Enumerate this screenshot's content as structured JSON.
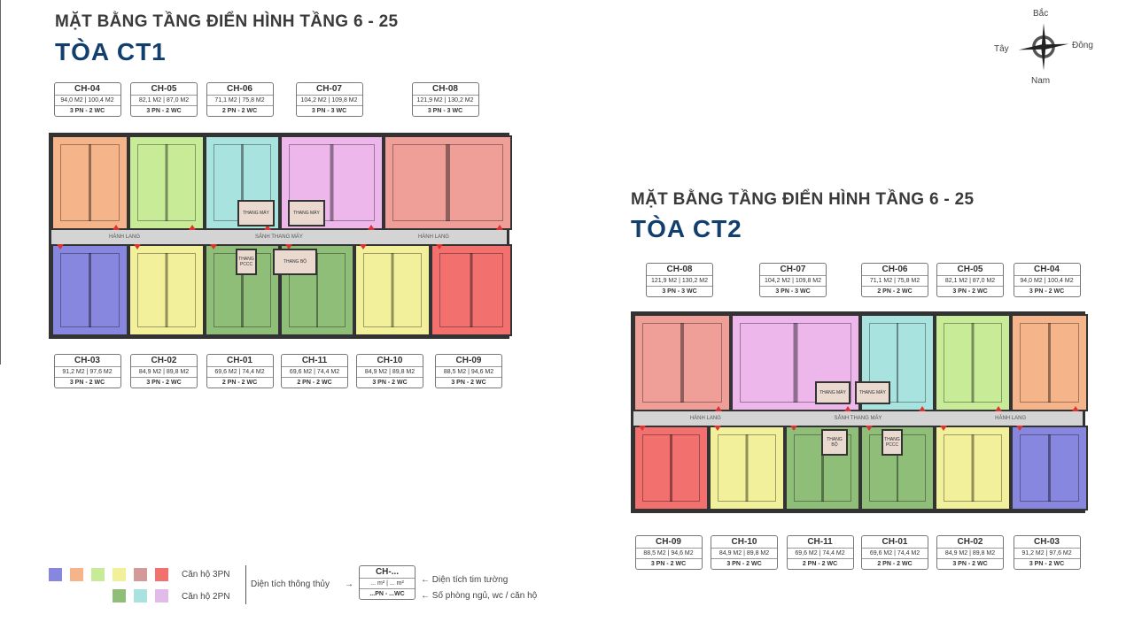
{
  "ct1": {
    "heading": "MẶT BẰNG TẦNG ĐIỂN HÌNH TẦNG 6 - 25",
    "building": "TÒA CT1",
    "top": [
      {
        "code": "CH-04",
        "area": "94,0 M2 | 100,4 M2",
        "rooms": "3 PN - 2 WC",
        "color": "#f6b48a"
      },
      {
        "code": "CH-05",
        "area": "82,1 M2 | 87,0 M2",
        "rooms": "3 PN - 2 WC",
        "color": "#c8eb98"
      },
      {
        "code": "CH-06",
        "area": "71,1 M2 | 75,8 M2",
        "rooms": "2 PN - 2 WC",
        "color": "#a9e3df"
      },
      {
        "code": "CH-07",
        "area": "104,2 M2 | 109,8 M2",
        "rooms": "3 PN - 3 WC",
        "color": "#edb7ec"
      },
      {
        "code": "CH-08",
        "area": "121,9 M2 | 130,2 M2",
        "rooms": "3 PN - 3 WC",
        "color": "#ef9e98"
      }
    ],
    "bottom": [
      {
        "code": "CH-03",
        "area": "91,2 M2 | 97,6 M2",
        "rooms": "3 PN - 2 WC",
        "color": "#8787e0"
      },
      {
        "code": "CH-02",
        "area": "84,9 M2 | 89,8 M2",
        "rooms": "3 PN - 2 WC",
        "color": "#f2f09a"
      },
      {
        "code": "CH-01",
        "area": "69,6 M2 | 74,4 M2",
        "rooms": "2 PN - 2 WC",
        "color": "#8fbe78"
      },
      {
        "code": "CH-11",
        "area": "69,6 M2 | 74,4 M2",
        "rooms": "2 PN - 2 WC",
        "color": "#8fbe78"
      },
      {
        "code": "CH-10",
        "area": "84,9 M2 | 89,8 M2",
        "rooms": "3 PN - 2 WC",
        "color": "#f2f09a"
      },
      {
        "code": "CH-09",
        "area": "88,5 M2 | 94,6 M2",
        "rooms": "3 PN - 2 WC",
        "color": "#f2706d"
      }
    ],
    "corridor": [
      "HÀNH LANG",
      "SẢNH THANG MÁY",
      "HÀNH LANG"
    ],
    "cores": [
      "THANG MÁY",
      "THANG MÁY",
      "THANG PCCC",
      "THANG BỘ"
    ]
  },
  "ct2": {
    "heading": "MẶT BẰNG TẦNG ĐIỂN HÌNH TẦNG 6 - 25",
    "building": "TÒA CT2",
    "top": [
      {
        "code": "CH-08",
        "area": "121,9 M2 | 130,2 M2",
        "rooms": "3 PN - 3 WC",
        "color": "#ef9e98"
      },
      {
        "code": "CH-07",
        "area": "104,2 M2 | 109,8 M2",
        "rooms": "3 PN - 3 WC",
        "color": "#edb7ec"
      },
      {
        "code": "CH-06",
        "area": "71,1 M2 | 75,8 M2",
        "rooms": "2 PN - 2 WC",
        "color": "#a9e3df"
      },
      {
        "code": "CH-05",
        "area": "82,1 M2 | 87,0 M2",
        "rooms": "3 PN - 2 WC",
        "color": "#c8eb98"
      },
      {
        "code": "CH-04",
        "area": "94,0 M2 | 100,4 M2",
        "rooms": "3 PN - 2 WC",
        "color": "#f6b48a"
      }
    ],
    "bottom": [
      {
        "code": "CH-09",
        "area": "88,5 M2 | 94,6 M2",
        "rooms": "3 PN - 2 WC",
        "color": "#f2706d"
      },
      {
        "code": "CH-10",
        "area": "84,9 M2 | 89,8 M2",
        "rooms": "3 PN - 2 WC",
        "color": "#f2f09a"
      },
      {
        "code": "CH-11",
        "area": "69,6 M2 | 74,4 M2",
        "rooms": "2 PN - 2 WC",
        "color": "#8fbe78"
      },
      {
        "code": "CH-01",
        "area": "69,6 M2 | 74,4 M2",
        "rooms": "2 PN - 2 WC",
        "color": "#8fbe78"
      },
      {
        "code": "CH-02",
        "area": "84,9 M2 | 89,8 M2",
        "rooms": "3 PN - 2 WC",
        "color": "#f2f09a"
      },
      {
        "code": "CH-03",
        "area": "91,2 M2 | 97,6 M2",
        "rooms": "3 PN - 2 WC",
        "color": "#8787e0"
      }
    ],
    "corridor": [
      "HÀNH LANG",
      "SẢNH THANG MÁY",
      "HÀNH LANG"
    ],
    "cores": [
      "THANG MÁY",
      "THANG MÁY",
      "THANG BỘ",
      "THANG PCCC"
    ]
  },
  "compass": {
    "north": "Bắc",
    "west": "Tây",
    "east": "Đông",
    "south": "Nam"
  },
  "legend": {
    "colors_3pn": [
      "#8787e0",
      "#f6b48a",
      "#c8eb98",
      "#f2f09a",
      "#d49a9a",
      "#f2706d"
    ],
    "colors_2pn": [
      "#8fbe78",
      "#a9e3df",
      "#e2bce8"
    ],
    "label_3pn": "Căn hộ 3PN",
    "label_2pn": "Căn hộ 2PN",
    "net_area": "Diện tích thông thủy",
    "wall_area": "Diện tích tim tường",
    "rooms_desc": "Số phòng ngủ, wc / căn hộ",
    "sample": {
      "code": "CH-...",
      "area": "... m² | ... m²",
      "rooms": "...PN - ...WC"
    }
  }
}
